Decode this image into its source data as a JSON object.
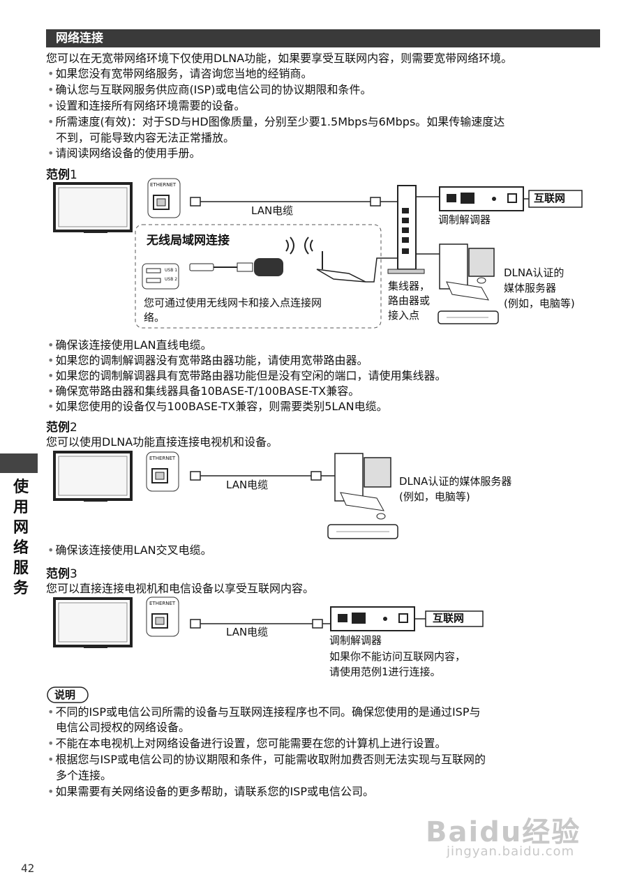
{
  "section_title": "网络连接",
  "intro": "您可以在无宽带网络环境下仅使用DLNA功能，如果要享受互联网内容，则需要宽带网络环境。",
  "intro_bullets": [
    "如果您没有宽带网络服务，请咨询您当地的经销商。",
    "确认您与互联网服务供应商(ISP)或电信公司的协议期限和条件。",
    "设置和连接所有网络环境需要的设备。",
    "所需速度(有效)：对于SD与HD图像质量，分别至少要1.5Mbps与6Mbps。如果传输速度达",
    "不到，可能导致内容无法正常播放。",
    "请阅读网络设备的使用手册。"
  ],
  "example1": {
    "title": "范例",
    "num": "1",
    "ethernet": "ETHERNET",
    "lan_cable": "LAN电缆",
    "modem": "调制解调器",
    "internet": "互联网",
    "wireless_title": "无线局域网连接",
    "usb1": "USB 1",
    "usb2": "USB 2",
    "wireless_text_1": "您可通过使用无线网卡和接入点连接网",
    "wireless_text_2": "络。",
    "hub_1": "集线器，",
    "hub_2": "路由器或",
    "hub_3": "接入点",
    "server_1": "DLNA认证的",
    "server_2": "媒体服务器",
    "server_3": "(例如，电脑等)",
    "bullets": [
      "确保该连接使用LAN直线电缆。",
      "如果您的调制解调器没有宽带路由器功能，请使用宽带路由器。",
      "如果您的调制解调器具有宽带路由器功能但是没有空闲的端口，请使用集线器。",
      "确保宽带路由器和集线器具备10BASE-T/100BASE-TX兼容。",
      "如果您使用的设备仅与100BASE-TX兼容，则需要类别5LAN电缆。"
    ]
  },
  "example2": {
    "title": "范例",
    "num": "2",
    "desc": "您可以使用DLNA功能直接连接电视机和设备。",
    "ethernet": "ETHERNET",
    "lan_cable": "LAN电缆",
    "server_1": "DLNA认证的媒体服务器",
    "server_2": "(例如，电脑等)",
    "bullet": "确保该连接使用LAN交叉电缆。"
  },
  "example3": {
    "title": "范例",
    "num": "3",
    "desc": "您可以直接连接电视机和电信设备以享受互联网内容。",
    "ethernet": "ETHERNET",
    "lan_cable": "LAN电缆",
    "modem": "调制解调器",
    "internet": "互联网",
    "note_1": "如果你不能访问互联网内容，",
    "note_2": "请使用范例1进行连接。"
  },
  "notes": {
    "label": "说明",
    "items": [
      "不同的ISP或电信公司所需的设备与互联网连接程序也不同。确保您使用的是通过ISP与",
      "电信公司授权的网络设备。",
      "不能在本电视机上对网络设备进行设置，您可能需要在您的计算机上进行设置。",
      "根据您与ISP或电信公司的协议期限和条件，可能需收取附加费否则无法实现与互联网的",
      "多个连接。",
      "如果需要有关网络设备的更多帮助，请联系您的ISP或电信公司。"
    ]
  },
  "side_tab": [
    "使",
    "用",
    "网",
    "络",
    "服",
    "务"
  ],
  "page_number": "42",
  "watermark": "Baidu经验",
  "watermark_url": "jingyan.baidu.com"
}
